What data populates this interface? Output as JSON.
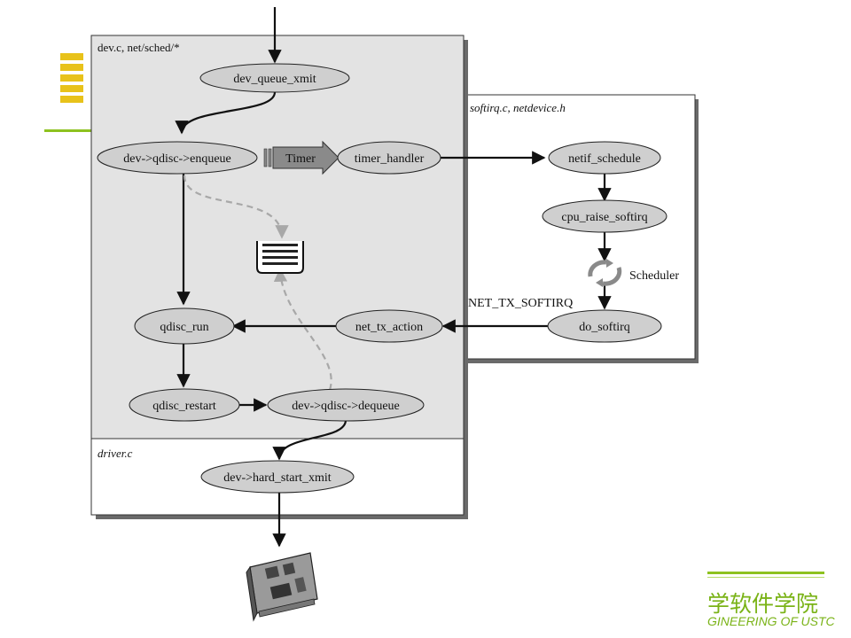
{
  "regions": {
    "dev": "dev.c, net/sched/*",
    "softirq": "softirq.c, netdevice.h",
    "driver": "driver.c"
  },
  "nodes": {
    "dev_queue_xmit": "dev_queue_xmit",
    "enqueue": "dev->qdisc->enqueue",
    "timer": "Timer",
    "timer_handler": "timer_handler",
    "netif_schedule": "netif_schedule",
    "cpu_raise_softirq": "cpu_raise_softirq",
    "scheduler": "Scheduler",
    "net_tx_softirq": "NET_TX_SOFTIRQ",
    "do_softirq": "do_softirq",
    "net_tx_action": "net_tx_action",
    "qdisc_run": "qdisc_run",
    "qdisc_restart": "qdisc_restart",
    "dequeue": "dev->qdisc->dequeue",
    "hard_start_xmit": "dev->hard_start_xmit"
  },
  "branding": {
    "cn": "学软件学院",
    "en": "GINEERING OF USTC"
  },
  "colors": {
    "accent": "#8dc21f",
    "region_fill": "#e3e3e3",
    "node_fill": "#cfcfcf",
    "dashed_arrow": "#a8a8a8"
  }
}
